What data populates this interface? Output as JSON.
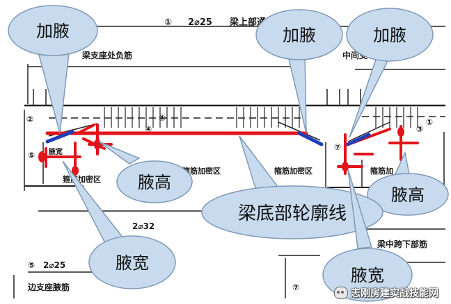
{
  "callouts": {
    "haunch_tl": "加腋",
    "haunch_tm": "加腋",
    "haunch_tr": "加腋",
    "height_l": "腋高",
    "height_r": "腋高",
    "width_l": "腋宽",
    "width_r": "腋宽",
    "contour": "梁底部轮廓线"
  },
  "drawing": {
    "mark_1": "①",
    "bar_top": "2⌀25",
    "top_bars": "梁上部通",
    "support_neg": "梁支座处负筋",
    "mid_support": "中间支",
    "mark_2": "②",
    "mark_1b": "①",
    "mark_4": "④",
    "mark_1c": "①",
    "mark_3": "③",
    "mark_7": "⑦",
    "mark_5": "⑤",
    "haunch_width_small": "腋宽",
    "zone_left_1": "箍筋加密区",
    "zone_mid": "箍筋加密区",
    "zone_right_1": "箍筋加密区",
    "zone_right_2": "箍筋加",
    "bar_bottom": "2⌀32",
    "bottom_mid": "梁中跨下部筋",
    "bar_side": "2⌀25",
    "side_rebar": "边支座腋筋",
    "mark_7b": "⑦"
  },
  "watermark": {
    "text": "志刚房建实战技能网",
    "icon": "wechat-icon"
  },
  "colors": {
    "rebar_red": "#e3131a",
    "haunch_blue": "#1f3fb8",
    "bubble_fill": "#c7daee",
    "bubble_stroke": "#7f9ab5"
  }
}
